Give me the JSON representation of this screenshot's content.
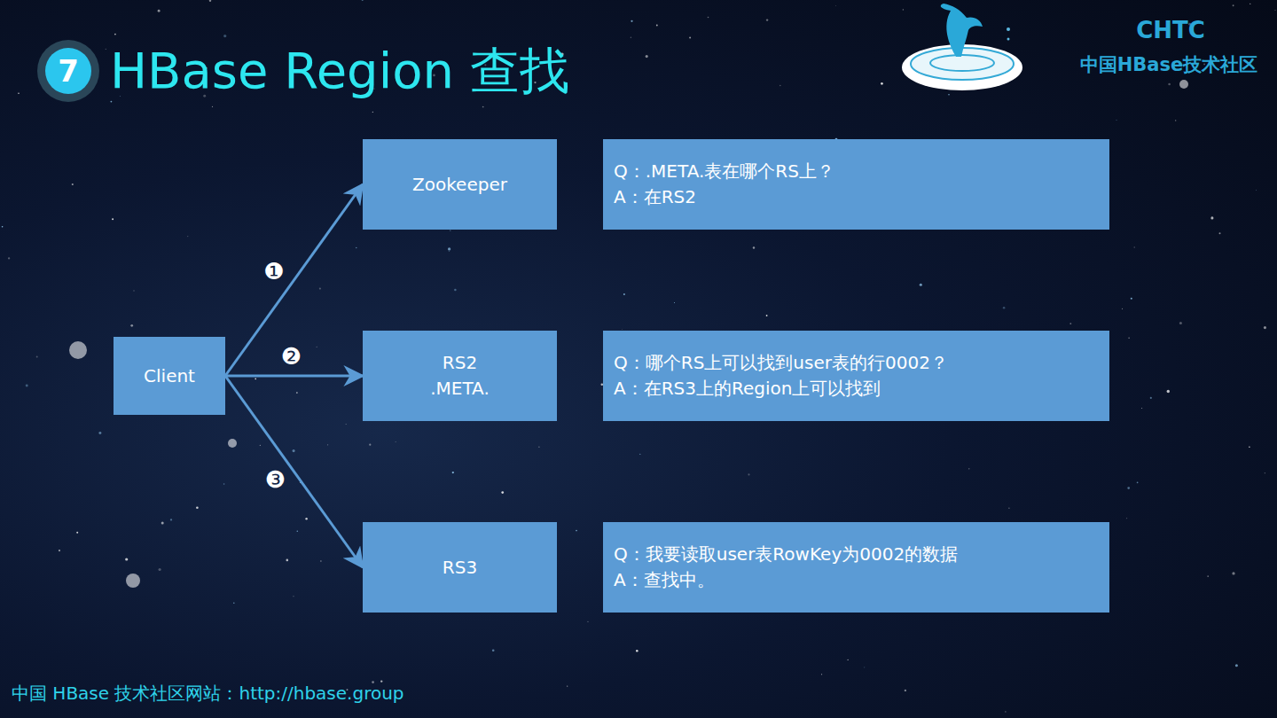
{
  "diagram": {
    "title": "HBase Region 查找",
    "nodes": [
      {
        "text": [
          "Client"
        ]
      },
      {
        "text": [
          "Zookeeper"
        ]
      },
      {
        "text": [
          "Q：.META.表在哪个RS上？",
          "A：在RS2"
        ]
      },
      {
        "text": [
          "RS2",
          ".META."
        ]
      },
      {
        "text": [
          "Q：哪个RS上可以找到user表的行0002？",
          "A：在RS3上的Region上可以找到"
        ]
      },
      {
        "text": [
          "RS3"
        ]
      },
      {
        "text": [
          "Q：我要读取user表RowKey为0002的数据",
          "A：查找中。"
        ]
      }
    ],
    "edges": [
      {
        "from": 0,
        "to": 1,
        "arrow": "to",
        "label": "❶"
      },
      {
        "from": 0,
        "to": 3,
        "arrow": "to",
        "label": "❷"
      },
      {
        "from": 0,
        "to": 5,
        "arrow": "to",
        "label": "❸"
      }
    ],
    "labels": [
      "7",
      "CHTC",
      "中国HBase技术社区",
      "中国 HBase 技术社区网站：http://hbase.group"
    ]
  }
}
